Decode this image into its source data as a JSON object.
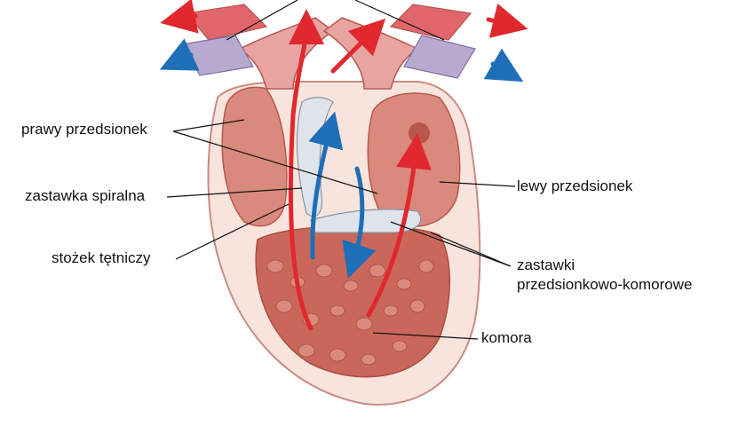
{
  "labels": {
    "right_atrium": "prawy przedsionek",
    "spiral_valve": "zastawka spiralna",
    "conus": "stożek tętniczy",
    "left_atrium": "lewy przedsionek",
    "av_valves_line1": "zastawki",
    "av_valves_line2": "przedsionkowo-komorowe",
    "ventricle": "komora"
  },
  "colors": {
    "wall": "#f3d6cc",
    "wall_edge": "#c98c82",
    "chamber": "#d98a7c",
    "chamber_dark": "#b8574c",
    "ventricle": "#c9685a",
    "vessel_red": "#e0666b",
    "vessel_purple": "#b8a9cf",
    "flow_red": "#e0282e",
    "flow_blue": "#1f6fb8",
    "valve": "#dfe3ea",
    "leader": "#111111"
  },
  "icons": {
    "red_flow": "red-arrow-icon",
    "blue_flow": "blue-arrow-icon"
  }
}
